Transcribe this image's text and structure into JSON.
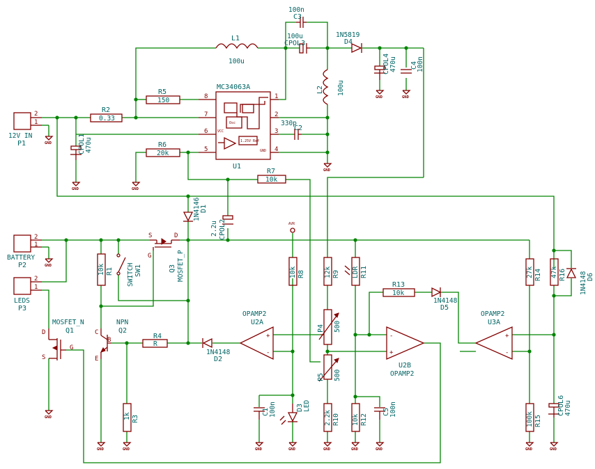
{
  "connectors": {
    "p1": {
      "ref": "P1",
      "value": "12V IN",
      "pins": [
        "2",
        "1"
      ]
    },
    "p2": {
      "ref": "P2",
      "value": "BATTERY",
      "pins": [
        "2",
        "1"
      ]
    },
    "p3": {
      "ref": "P3",
      "value": "LEDS",
      "pins": [
        "2",
        "1"
      ]
    }
  },
  "regulator": {
    "ref": "U1",
    "value": "MC34063A",
    "pins": [
      "8",
      "7",
      "6",
      "5",
      "1",
      "2",
      "3",
      "4"
    ],
    "internal": [
      "Osc",
      "1.25V Ref",
      "VCC",
      "GND"
    ]
  },
  "resistors": {
    "r1": {
      "ref": "R1",
      "value": "10k"
    },
    "r2": {
      "ref": "R2",
      "value": "0.33"
    },
    "r3": {
      "ref": "R3",
      "value": "1k"
    },
    "r4": {
      "ref": "R4",
      "value": "R"
    },
    "r5": {
      "ref": "R5",
      "value": "150"
    },
    "r6": {
      "ref": "R6",
      "value": "20k"
    },
    "r7": {
      "ref": "R7",
      "value": "10k"
    },
    "r8": {
      "ref": "R8",
      "value": "10k"
    },
    "r9": {
      "ref": "R9",
      "value": "12k"
    },
    "r10": {
      "ref": "R10",
      "value": "2.2k"
    },
    "r11": {
      "ref": "R11",
      "value": "LDR"
    },
    "r12": {
      "ref": "R12",
      "value": "10k"
    },
    "r13": {
      "ref": "R13",
      "value": "10k"
    },
    "r14": {
      "ref": "R14",
      "value": "27k"
    },
    "r15": {
      "ref": "R15",
      "value": "100k"
    },
    "r16": {
      "ref": "R16",
      "value": "47k"
    }
  },
  "pots": {
    "p4": {
      "ref": "P4",
      "value": "500"
    },
    "p5": {
      "ref": "P5",
      "value": "500"
    }
  },
  "capacitors": {
    "c1": {
      "ref": "C1",
      "value": "100n"
    },
    "c2": {
      "ref": "C2",
      "value": "330p"
    },
    "c3": {
      "ref": "C3",
      "value": "100n"
    },
    "c4": {
      "ref": "C4",
      "value": "100n"
    },
    "c5": {
      "ref": "C5",
      "value": "100n"
    },
    "cpol1": {
      "ref": "CPOL1",
      "value": "470u"
    },
    "cpol2": {
      "ref": "CPOL2",
      "value": "2.2u"
    },
    "cpol3": {
      "ref": "CPOL3",
      "value": "100u"
    },
    "cpol4": {
      "ref": "CPOL4",
      "value": "470u"
    },
    "cpol6": {
      "ref": "CPOL6",
      "value": "470u"
    }
  },
  "inductors": {
    "l1": {
      "ref": "L1",
      "value": "100u"
    },
    "l2": {
      "ref": "L2",
      "value": "100u"
    }
  },
  "diodes": {
    "d1": {
      "ref": "D1",
      "value": "1N4146"
    },
    "d2": {
      "ref": "D2",
      "value": "1N4148"
    },
    "d3": {
      "ref": "D3",
      "value": "LED"
    },
    "d4": {
      "ref": "D4",
      "value": "1N5819"
    },
    "d5": {
      "ref": "D5",
      "value": "1N4148"
    },
    "d6": {
      "ref": "D6",
      "value": "1N4148"
    }
  },
  "transistors": {
    "q1": {
      "ref": "Q1",
      "value": "MOSFET_N",
      "pins": [
        "D",
        "G",
        "S"
      ]
    },
    "q2": {
      "ref": "Q2",
      "value": "NPN",
      "pins": [
        "C",
        "B",
        "E"
      ]
    },
    "q3": {
      "ref": "Q3",
      "value": "MOSFET_P",
      "pins": [
        "S",
        "D",
        "G"
      ]
    }
  },
  "switch": {
    "ref": "SW1",
    "value": "SWITCH"
  },
  "opamps": {
    "u2a": {
      "ref": "U2A",
      "value": "OPAMP2"
    },
    "u2b": {
      "ref": "U2B",
      "value": "OPAMP2"
    },
    "u3a": {
      "ref": "U3A",
      "value": "OPAMP2"
    }
  },
  "power": {
    "avr": "AVR",
    "gnd": "GND",
    "plus": "+",
    "minus": "-"
  }
}
